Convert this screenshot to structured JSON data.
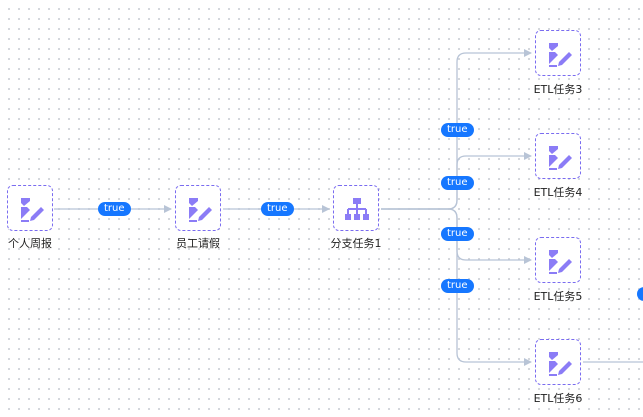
{
  "colors": {
    "node_border": "#7a6cf0",
    "icon": "#8b7cf6",
    "edge": "#b8c4d6",
    "badge": "#1677ff"
  },
  "nodes": {
    "personal_weekly": {
      "label": "个人周报",
      "icon": "edit-task-icon"
    },
    "employee_leave": {
      "label": "员工请假",
      "icon": "edit-task-icon"
    },
    "branch_task_1": {
      "label": "分支任务1",
      "icon": "branch-tree-icon"
    },
    "etl3": {
      "label": "ETL任务3",
      "icon": "edit-task-icon"
    },
    "etl4": {
      "label": "ETL任务4",
      "icon": "edit-task-icon"
    },
    "etl5": {
      "label": "ETL任务5",
      "icon": "edit-task-icon"
    },
    "etl6": {
      "label": "ETL任务6",
      "icon": "edit-task-icon"
    }
  },
  "edge_labels": {
    "e1": "true",
    "e2": "true",
    "e3": "true",
    "e4": "true",
    "e5": "true",
    "e6": "true"
  }
}
